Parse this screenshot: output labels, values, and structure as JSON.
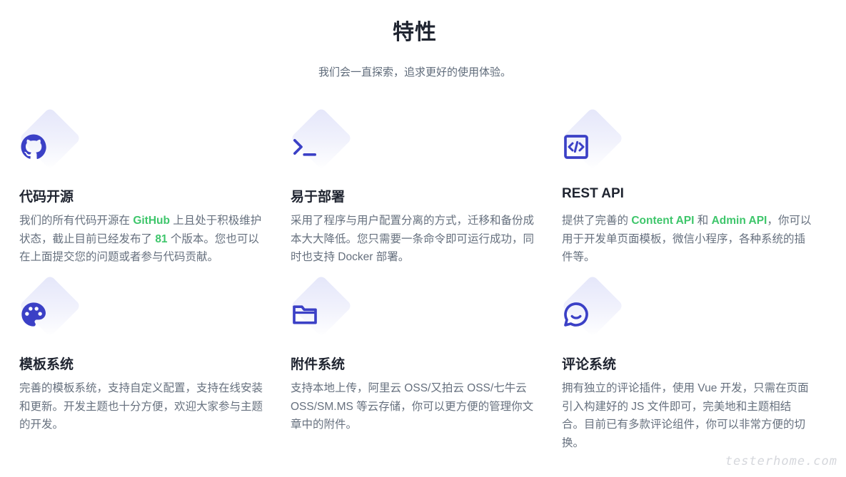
{
  "header": {
    "title": "特性",
    "subtitle": "我们会一直探索，追求更好的使用体验。"
  },
  "colors": {
    "accent": "#3b40c6",
    "highlight": "#3ec66b",
    "heading": "#1f2430",
    "body_text": "#66707e"
  },
  "features": [
    {
      "icon": "github-icon",
      "title": "代码开源",
      "desc": [
        "我们的所有代码开源在 ",
        "GitHub",
        " 上且处于积极维护状态，截止目前已经发布了 ",
        "81",
        " 个版本。您也可以在上面提交您的问题或者参与代码贡献。"
      ]
    },
    {
      "icon": "terminal-icon",
      "title": "易于部署",
      "desc": "采用了程序与用户配置分离的方式，迁移和备份成本大大降低。您只需要一条命令即可运行成功，同时也支持 Docker 部署。"
    },
    {
      "icon": "code-icon",
      "title": "REST API",
      "desc": [
        "提供了完善的 ",
        "Content API",
        " 和 ",
        "Admin API",
        "，你可以用于开发单页面模板，微信小程序，各种系统的插件等。"
      ]
    },
    {
      "icon": "palette-icon",
      "title": "模板系统",
      "desc": "完善的模板系统，支持自定义配置，支持在线安装和更新。开发主题也十分方便，欢迎大家参与主题的开发。"
    },
    {
      "icon": "folder-icon",
      "title": "附件系统",
      "desc": "支持本地上传，阿里云 OSS/又拍云 OSS/七牛云 OSS/SM.MS 等云存储，你可以更方便的管理你文章中的附件。"
    },
    {
      "icon": "comment-icon",
      "title": "评论系统",
      "desc": "拥有独立的评论插件，使用 Vue 开发，只需在页面引入构建好的 JS 文件即可，完美地和主题相结合。目前已有多款评论组件，你可以非常方便的切换。"
    }
  ],
  "watermark": "testerhome.com"
}
